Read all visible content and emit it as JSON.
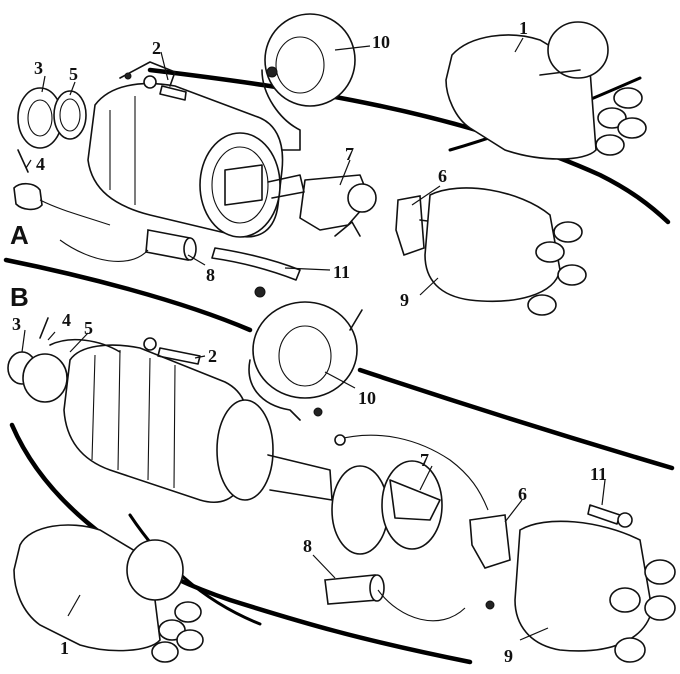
{
  "sections": {
    "upper": "A",
    "lower": "B"
  },
  "upper_callouts": [
    "1",
    "2",
    "3",
    "4",
    "5",
    "6",
    "7",
    "8",
    "9",
    "10",
    "11"
  ],
  "lower_callouts": [
    "1",
    "2",
    "3",
    "4",
    "5",
    "6",
    "7",
    "8",
    "9",
    "10",
    "11"
  ]
}
